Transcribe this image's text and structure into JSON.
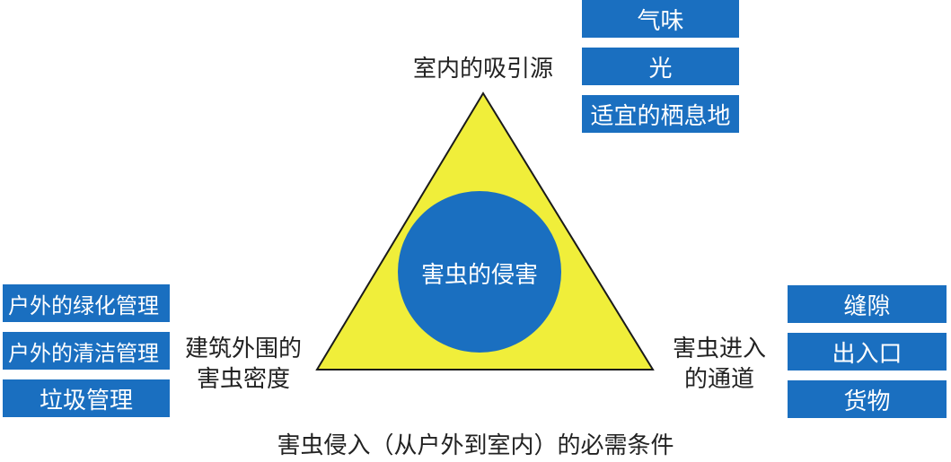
{
  "colors": {
    "triangle_fill": "#f0ee3a",
    "triangle_stroke": "#1a1a1a",
    "circle_fill": "#1a6fc0",
    "box_fill": "#1a6fc0",
    "text_dark": "#222222",
    "text_light": "#ffffff"
  },
  "center": {
    "label": "害虫的侵害"
  },
  "top_vertex": {
    "label": "室内的吸引源",
    "boxes": [
      "气味",
      "光",
      "适宜的栖息地"
    ]
  },
  "left_vertex": {
    "label_line1": "建筑外围的",
    "label_line2": "害虫密度",
    "boxes": [
      "户外的绿化管理",
      "户外的清洁管理",
      "垃圾管理"
    ]
  },
  "right_vertex": {
    "label_line1": "害虫进入",
    "label_line2": "的通道",
    "boxes": [
      "缝隙",
      "出入口",
      "货物"
    ]
  },
  "caption": "害虫侵入（从户外到室内）的必需条件"
}
